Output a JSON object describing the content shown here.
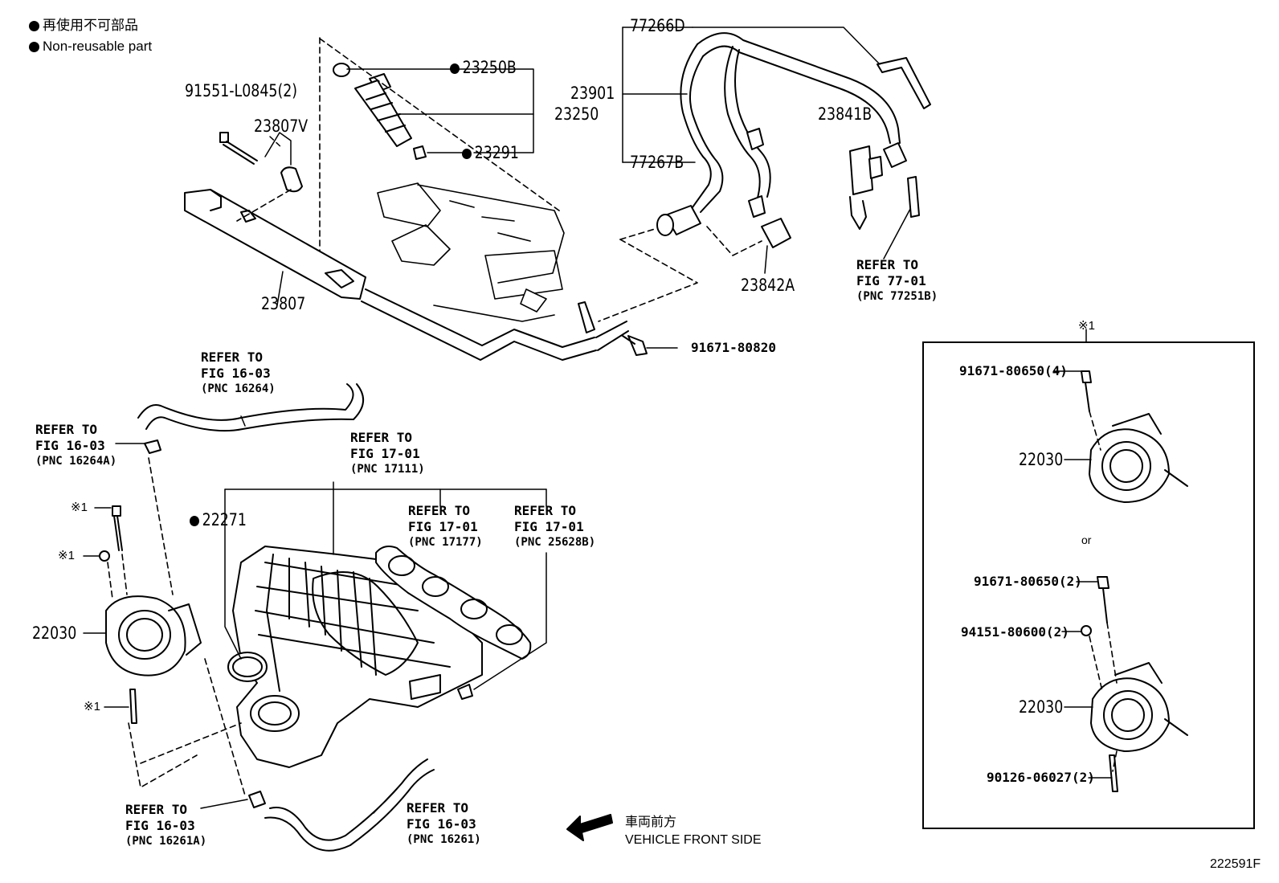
{
  "legend": {
    "line1": "再使用不可部品",
    "line2": "Non-reusable part"
  },
  "labels": {
    "p91551": "91551-L0845(2)",
    "p23807V": "23807V",
    "p23807": "23807",
    "p23250B": "23250B",
    "p23250": "23250",
    "p23291": "23291",
    "p77266D": "77266D",
    "p23901": "23901",
    "p77267B": "77267B",
    "p23841B": "23841B",
    "p23842A": "23842A",
    "p91671_80820": "91671-80820",
    "p22271": "22271",
    "p22030_left": "22030",
    "p22030_box1": "22030",
    "p22030_box2": "22030",
    "p91671_80650_4": "91671-80650(4)",
    "p91671_80650_2": "91671-80650(2)",
    "p94151": "94151-80600(2)",
    "p90126": "90126-06027(2)",
    "mark_box": "※1",
    "mark_a": "※1",
    "mark_b": "※1",
    "mark_c": "※1",
    "or_text": "or",
    "figure_id": "222591F"
  },
  "references": {
    "r77": {
      "l1": "REFER TO",
      "l2": "FIG 77-01",
      "l3": "(PNC 77251B)"
    },
    "r16264": {
      "l1": "REFER TO",
      "l2": "FIG 16-03",
      "l3": "(PNC 16264)"
    },
    "r16264A": {
      "l1": "REFER TO",
      "l2": "FIG 16-03",
      "l3": "(PNC 16264A)"
    },
    "r17111": {
      "l1": "REFER TO",
      "l2": "FIG 17-01",
      "l3": "(PNC 17111)"
    },
    "r17177": {
      "l1": "REFER TO",
      "l2": "FIG 17-01",
      "l3": "(PNC 17177)"
    },
    "r25628B": {
      "l1": "REFER TO",
      "l2": "FIG 17-01",
      "l3": "(PNC 25628B)"
    },
    "r16261A": {
      "l1": "REFER TO",
      "l2": "FIG 16-03",
      "l3": "(PNC 16261A)"
    },
    "r16261": {
      "l1": "REFER TO",
      "l2": "FIG 16-03",
      "l3": "(PNC 16261)"
    }
  },
  "direction": {
    "jp": "車両前方",
    "en": "VEHICLE FRONT SIDE"
  }
}
